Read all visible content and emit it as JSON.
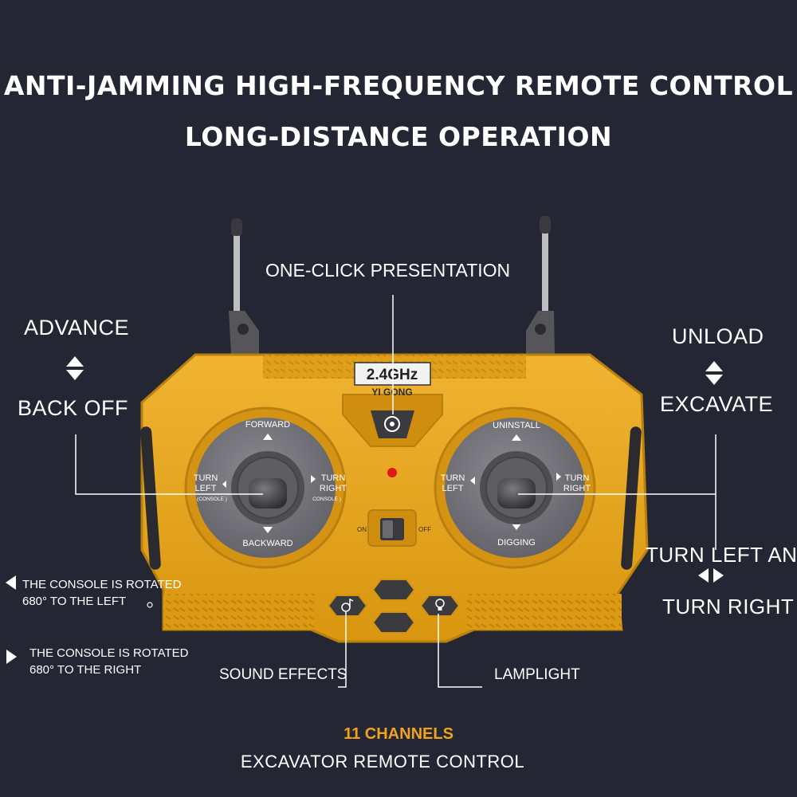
{
  "header": {
    "title_line1": "ANTI-JAMMING HIGH-FREQUENCY REMOTE CONTROL",
    "title_line2": "LONG-DISTANCE OPERATION"
  },
  "callouts": {
    "presentation": "ONE-CLICK PRESENTATION",
    "advance": "ADVANCE",
    "back_off": "BACK OFF",
    "unload": "UNLOAD",
    "excavate": "EXCAVATE",
    "turn_left_and": "TURN LEFT AND",
    "turn_right": "TURN RIGHT",
    "console_left_1": "THE CONSOLE IS ROTATED",
    "console_left_2": "680° TO THE LEFT",
    "console_right_1": "THE CONSOLE IS ROTATED",
    "console_right_2": "680° TO THE RIGHT",
    "sound_effects": "SOUND EFFECTS",
    "lamplight": "LAMPLIGHT"
  },
  "remote": {
    "frequency_badge": "2.4GHz",
    "brand": "YI GONG",
    "left_stick": {
      "up": "FORWARD",
      "down": "BACKWARD",
      "left_1": "TURN",
      "left_2": "LEFT",
      "left_3": "(CONSOLE )",
      "right_1": "TURN",
      "right_2": "RIGHT",
      "right_3": "CONSOLE )"
    },
    "right_stick": {
      "up": "UNINSTALL",
      "down": "DIGGING",
      "left_1": "TURN",
      "left_2": "LEFT",
      "right_1": "TURN",
      "right_2": "RIGHT"
    },
    "switch_on": "ON",
    "switch_off": "OFF",
    "colors": {
      "body": "#e7a51c",
      "body_dark": "#b9800f",
      "dial": "#77777c",
      "accent_red": "#e11818"
    }
  },
  "footer": {
    "channels": "11 CHANNELS",
    "product": "EXCAVATOR REMOTE CONTROL",
    "channels_color": "#f0a21c"
  }
}
